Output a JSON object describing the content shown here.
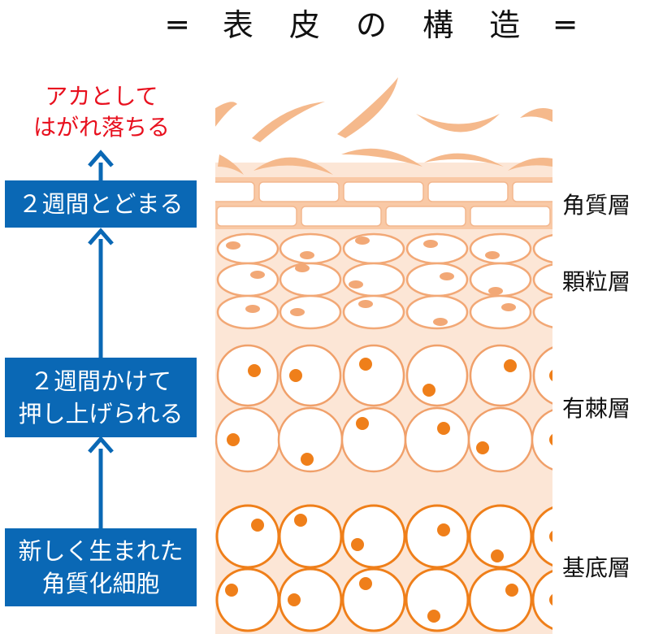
{
  "title": "═ 表 皮 の 構 造 ═",
  "process": {
    "top_caption": [
      "アカとして",
      "はがれ落ちる"
    ],
    "step1": [
      "２週間とどまる"
    ],
    "step2": [
      "２週間かけて",
      "押し上げられる"
    ],
    "step3": [
      "新しく生まれた",
      "角質化細胞"
    ]
  },
  "layers": {
    "stratum_corneum": "角質層",
    "granular": "顆粒層",
    "spinous": "有棘層",
    "basal": "基底層"
  },
  "colors": {
    "box_blue": "#0a68b5",
    "caption_red": "#e8101e",
    "skin_bg": "#fce6d6",
    "flake": "#f5b98c",
    "cell_light": "#f2a876",
    "cell_dark": "#ef7f1a"
  }
}
